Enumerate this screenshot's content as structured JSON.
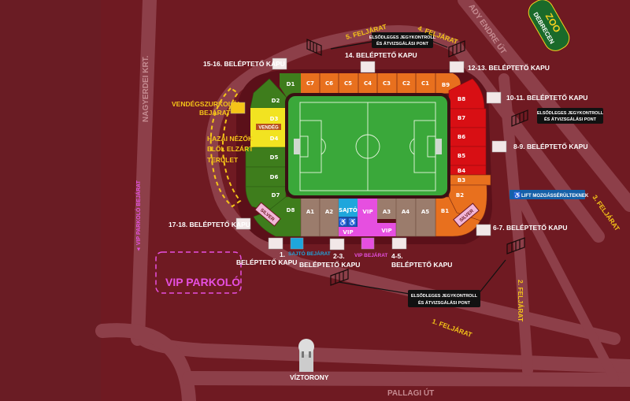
{
  "colors": {
    "background": "#6f1a22",
    "road": "#8d3f49",
    "pitch": "#3aa83a",
    "orange": "#e8701e",
    "red": "#d80f14",
    "green": "#3e7d1c",
    "yellow": "#f2e321",
    "brown": "#9b7c6c",
    "blue": "#1ea6dc",
    "pink": "#e64fe0",
    "silver": "#f2b6d8",
    "gold": "#f5c518"
  },
  "sections": {
    "top": [
      "C7",
      "C6",
      "C5",
      "C4",
      "C3",
      "C2",
      "C1"
    ],
    "corner_top_right": "B9",
    "right": [
      "B8",
      "B7",
      "B6",
      "B5",
      "B4",
      "B3",
      "B2",
      "B1"
    ],
    "left": [
      "D1",
      "D2",
      "D3",
      "D4",
      "D5",
      "D6",
      "D7",
      "D8"
    ],
    "bottom": [
      "A1",
      "A2",
      "SAJTÓ",
      "VIP",
      "A3",
      "A4",
      "A5"
    ],
    "vip_small": "VIP",
    "guest_tag": "VENDÉG",
    "silver": "SILVER"
  },
  "gates": {
    "g15_16": "15-16. BELÉPTETŐ KAPU",
    "g14": "14. BELÉPTETŐ KAPU",
    "g12_13": "12-13. BELÉPTETŐ KAPU",
    "g10_11": "10-11. BELÉPTETŐ KAPU",
    "g8_9": "8-9. BELÉPTETŐ KAPU",
    "g6_7": "6-7. BELÉPTETŐ KAPU",
    "g17_18": "17-18. BELÉPTETŐ KAPU",
    "g1_num": "1.",
    "g1": "BELÉPTETŐ KAPU",
    "g2_3_num": "2-3.",
    "g2_3": "BELÉPTETŐ KAPU",
    "g4_5_num": "4-5.",
    "g4_5": "BELÉPTETŐ KAPU",
    "press_entrance": "SAJTÓ BEJÁRAT",
    "vip_entrance": "VIP BEJÁRAT"
  },
  "checkpoint": {
    "line1": "ELSŐDLEGES JEGYKONTROLL",
    "line2": "ÉS ÁTVIZSGÁLÁSI PONT"
  },
  "ramps": {
    "r1": "1. FELJÁRAT",
    "r2": "2. FELJÁRAT",
    "r3": "3. FELJÁRAT",
    "r4": "4. FELJÁRAT",
    "r5": "5. FELJÁRAT"
  },
  "streets": {
    "nagyerdei": "NAGYERDEI KRT.",
    "ady": "ADY ENDRE ÚT",
    "pallagi": "PALLAGI ÚT"
  },
  "areas": {
    "guest_entrance_1": "VENDÉGSZURKOLÓI",
    "guest_entrance_2": "BEJÁRAT",
    "closed_1": "HAZAI NÉZŐK",
    "closed_2": "ELŐL ELZÁRT",
    "closed_3": "TERÜLET",
    "vip_parking": "VIP PARKOLÓ",
    "vip_parking_entrance": "◄ VIP PARKOLÓ BEJÁRAT",
    "lift": "LIFT MOZGÁSSÉRÜLTEKNEK",
    "water_tower": "VÍZTORONY"
  },
  "logo": {
    "top": "ZOO",
    "bottom": "DEBRECEN"
  }
}
